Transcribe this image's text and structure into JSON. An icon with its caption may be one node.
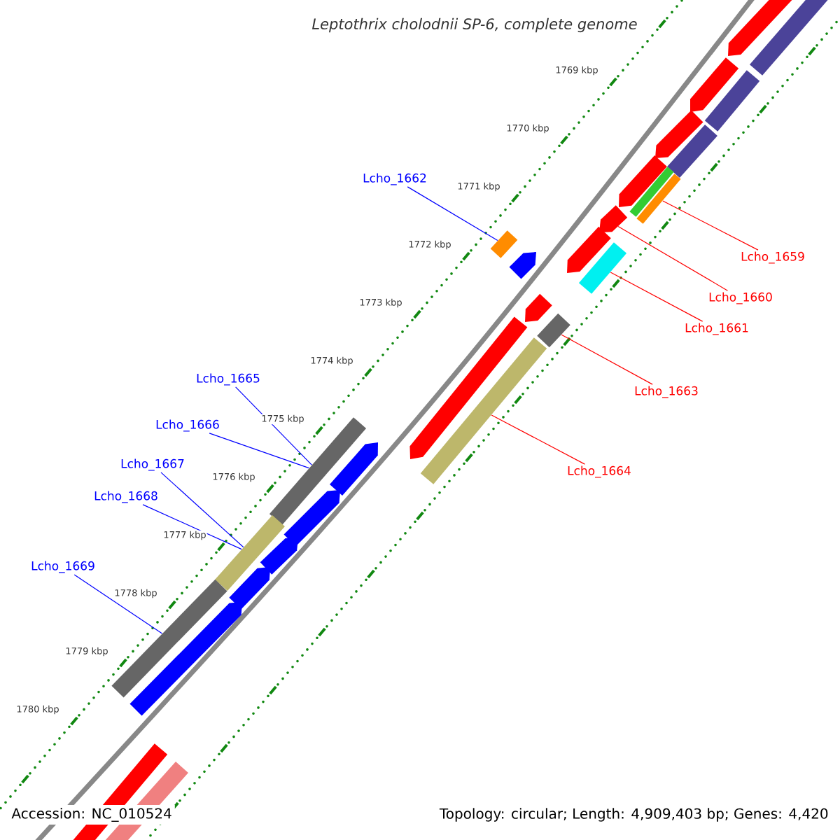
{
  "diagram": {
    "title": "Leptothrix cholodnii SP-6, complete genome",
    "nodes": [
      {
        "text": [
          "Lcho_1662"
        ]
      },
      {
        "text": [
          "Lcho_1659"
        ]
      },
      {
        "text": [
          "Lcho_1660"
        ]
      },
      {
        "text": [
          "Lcho_1661"
        ]
      },
      {
        "text": [
          "Lcho_1665"
        ]
      },
      {
        "text": [
          "Lcho_1663"
        ]
      },
      {
        "text": [
          "Lcho_1666"
        ]
      },
      {
        "text": [
          "Lcho_1667"
        ]
      },
      {
        "text": [
          "Lcho_1664"
        ]
      },
      {
        "text": [
          "Lcho_1668"
        ]
      },
      {
        "text": [
          "Lcho_1669"
        ]
      },
      {
        "text": [],
        "shape": "bar"
      },
      {
        "text": [],
        "shape": "bar"
      },
      {
        "text": [],
        "shape": "arrow"
      },
      {
        "text": [],
        "shape": "bar"
      },
      {
        "text": [],
        "shape": "bar"
      },
      {
        "text": [],
        "shape": "bar"
      },
      {
        "text": [],
        "shape": "bar"
      },
      {
        "text": [],
        "shape": "bar"
      },
      {
        "text": [],
        "shape": "bar"
      },
      {
        "text": [],
        "shape": "arrow"
      },
      {
        "text": [],
        "shape": "arrow"
      },
      {
        "text": [],
        "shape": "arrow"
      }
    ],
    "edges": [
      {
        "from": 0,
        "to": 11,
        "arrow": "none"
      },
      {
        "from": 1,
        "to": 12,
        "arrow": "none",
        "color": "#ff0000"
      },
      {
        "from": 2,
        "to": 13,
        "arrow": "none",
        "color": "#ff0000"
      },
      {
        "from": 3,
        "to": 14,
        "arrow": "none",
        "color": "#ff0000"
      },
      {
        "from": 4,
        "to": 15,
        "arrow": "none"
      },
      {
        "from": 5,
        "to": 16,
        "arrow": "none",
        "color": "#ff0000"
      },
      {
        "from": 6,
        "to": 15,
        "arrow": "none"
      },
      {
        "from": 7,
        "to": 18,
        "arrow": "none"
      },
      {
        "from": 8,
        "to": 17,
        "arrow": "none",
        "color": "#ff0000"
      },
      {
        "from": 9,
        "to": 18,
        "arrow": "none"
      },
      {
        "from": 10,
        "to": 19,
        "arrow": "none"
      }
    ],
    "labels": [
      "1769 kbp",
      "1770 kbp",
      "1771 kbp",
      "1772 kbp",
      "1773 kbp",
      "1774 kbp",
      "1775 kbp",
      "1776 kbp",
      "1777 kbp",
      "1778 kbp",
      "1779 kbp",
      "1780 kbp",
      "Accession: NC_010524",
      "Topology: circular; Length: 4,909,403 bp; Genes: 4,420"
    ]
  }
}
